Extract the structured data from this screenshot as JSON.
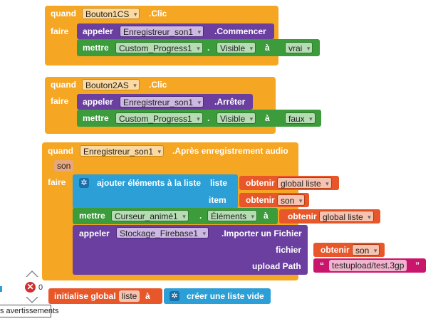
{
  "block1": {
    "when": "quand",
    "component": "Bouton1CS",
    "event": ".Clic",
    "do": "faire",
    "call": "appeler",
    "call_component": "Enregistreur_son1",
    "call_method": ".Commencer",
    "set": "mettre",
    "set_component": "Custom_Progress1",
    "set_prop": "Visible",
    "to": "à",
    "value": "vrai"
  },
  "block2": {
    "when": "quand",
    "component": "Bouton2AS",
    "event": ".Clic",
    "do": "faire",
    "call": "appeler",
    "call_component": "Enregistreur_son1",
    "call_method": ".Arrêter",
    "set": "mettre",
    "set_component": "Custom_Progress1",
    "set_prop": "Visible",
    "to": "à",
    "value": "faux"
  },
  "block3": {
    "when": "quand",
    "component": "Enregistreur_son1",
    "event": ".Après enregistrement audio",
    "param": "son",
    "do": "faire",
    "add": "ajouter éléments à la liste",
    "list_label": "liste",
    "get": "obtenir",
    "list_var": "global liste",
    "item_label": "item",
    "item_var": "son",
    "set": "mettre",
    "set_component": "Curseur_animé1",
    "set_prop": "Éléments",
    "to": "à",
    "set_var": "global liste",
    "call": "appeler",
    "call_component": "Stockage_Firebase1",
    "call_method": ".Importer un Fichier",
    "file_label": "fichier",
    "file_var": "son",
    "path_label": "upload Path",
    "path_value": "testupload/test.3gp",
    "quote_open": "“",
    "quote_close": "”"
  },
  "global_block": {
    "init": "initialise global",
    "name": "liste",
    "to": "à",
    "create": "créer une liste vide"
  },
  "workspace": {
    "error_count": "0",
    "warnings_label": "s avertissements"
  }
}
